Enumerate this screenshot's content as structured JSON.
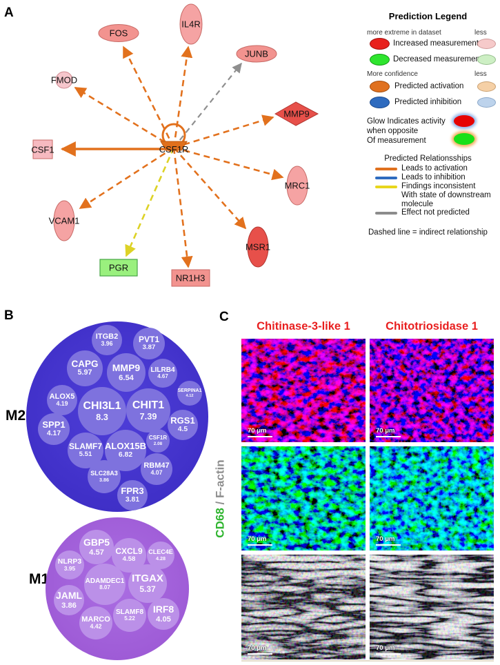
{
  "panels": {
    "a": "A",
    "b": "B",
    "c": "C"
  },
  "network": {
    "center_label": "CSF1R",
    "nodes": [
      {
        "label": "FOS"
      },
      {
        "label": "IL4R"
      },
      {
        "label": "JUNB"
      },
      {
        "label": "FMOD"
      },
      {
        "label": "MMP9"
      },
      {
        "label": "CSF1"
      },
      {
        "label": "MRC1"
      },
      {
        "label": "VCAM1"
      },
      {
        "label": "MSR1"
      },
      {
        "label": "PGR"
      },
      {
        "label": "NR1H3"
      }
    ]
  },
  "legend": {
    "title": "Prediction Legend",
    "extreme_label": "more extreme in dataset",
    "less1": "less",
    "increased": "Increased measurement",
    "decreased": "Decreased measurement",
    "confidence_label": "More confidence",
    "less2": "less",
    "activation": "Predicted activation",
    "inhibition": "Predicted inhibition",
    "glow1": "Glow Indicates activity",
    "glow2": "when opposite",
    "glow3": "Of measurement",
    "rel_title": "Predicted Relationsships",
    "rel_activation": "Leads to activation",
    "rel_inhibition": "Leads to inhibition",
    "rel_inconsistent1": "Findings inconsistent",
    "rel_inconsistent2": "With state of downstream",
    "rel_inconsistent3": "molecule",
    "rel_not_predicted": "Effect not predicted",
    "dashed_note": "Dashed line = indirect relationship"
  },
  "chart_data": [
    {
      "type": "bubble",
      "group": "M2",
      "genes": [
        {
          "name": "ITGB2",
          "value": 3.96
        },
        {
          "name": "PVT1",
          "value": 3.87
        },
        {
          "name": "CAPG",
          "value": 5.97
        },
        {
          "name": "MMP9",
          "value": 6.54
        },
        {
          "name": "LILRB4",
          "value": 4.67
        },
        {
          "name": "SERPINA1",
          "value": 4.12
        },
        {
          "name": "ALOX5",
          "value": 4.19
        },
        {
          "name": "CHI3L1",
          "value": 8.3
        },
        {
          "name": "CHIT1",
          "value": 7.39
        },
        {
          "name": "RGS1",
          "value": 4.5
        },
        {
          "name": "SPP1",
          "value": 4.17
        },
        {
          "name": "SLAMF7",
          "value": 5.51
        },
        {
          "name": "ALOX15B",
          "value": 6.82
        },
        {
          "name": "CSF1R",
          "value": 2.08
        },
        {
          "name": "RBM47",
          "value": 4.07
        },
        {
          "name": "SLC28A3",
          "value": 3.86
        },
        {
          "name": "FPR3",
          "value": 3.81
        }
      ]
    },
    {
      "type": "bubble",
      "group": "M1",
      "genes": [
        {
          "name": "GBP5",
          "value": 4.57
        },
        {
          "name": "CXCL9",
          "value": 4.58
        },
        {
          "name": "CLEC4E",
          "value": 4.28
        },
        {
          "name": "NLRP3",
          "value": 3.95
        },
        {
          "name": "ADAMDEC1",
          "value": 8.07
        },
        {
          "name": "ITGAX",
          "value": 5.37
        },
        {
          "name": "JAML",
          "value": 3.86
        },
        {
          "name": "MARCO",
          "value": 4.42
        },
        {
          "name": "SLAMF8",
          "value": 5.22
        },
        {
          "name": "IRF8",
          "value": 4.05
        }
      ]
    }
  ],
  "panelC": {
    "columns": [
      "Chitinase-3-like 1",
      "Chitotriosidase 1"
    ],
    "row_label": {
      "green": "CD68",
      "sep": " / ",
      "gray": "F-actin"
    },
    "scale_bar": "70 μm"
  },
  "colors": {
    "activation_orange": "#e2711d",
    "inhibition_blue": "#2e6bbf",
    "inconsistent_yellow": "#ddd226",
    "not_predicted_gray": "#8f8f8f",
    "increased_red": "#e8211d",
    "decreased_green": "#2ee52e",
    "m2_circle": "#4434d0",
    "m1_circle": "#9c58d4",
    "header_red": "#e81f1f"
  }
}
